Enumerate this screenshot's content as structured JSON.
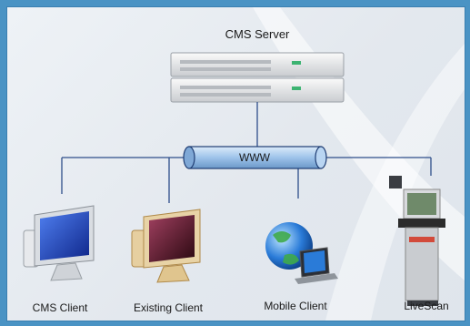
{
  "server": {
    "label": "CMS Server"
  },
  "network": {
    "label": "WWW"
  },
  "clients": [
    {
      "label": "CMS Client",
      "icon": "desktop-computer-icon",
      "accent": "#1d3fb0"
    },
    {
      "label": "Existing Client",
      "icon": "desktop-computer-icon",
      "accent": "#4a1020"
    },
    {
      "label": "Mobile Client",
      "icon": "globe-laptop-icon",
      "accent": "#2a7bd8"
    },
    {
      "label": "LiveScan",
      "icon": "fingerprint-kiosk-icon",
      "accent": "#2b2b2b"
    }
  ],
  "colors": {
    "frame": "#4a93c4",
    "line": "#2e4e8a",
    "pipe": "#9ec3ea"
  }
}
